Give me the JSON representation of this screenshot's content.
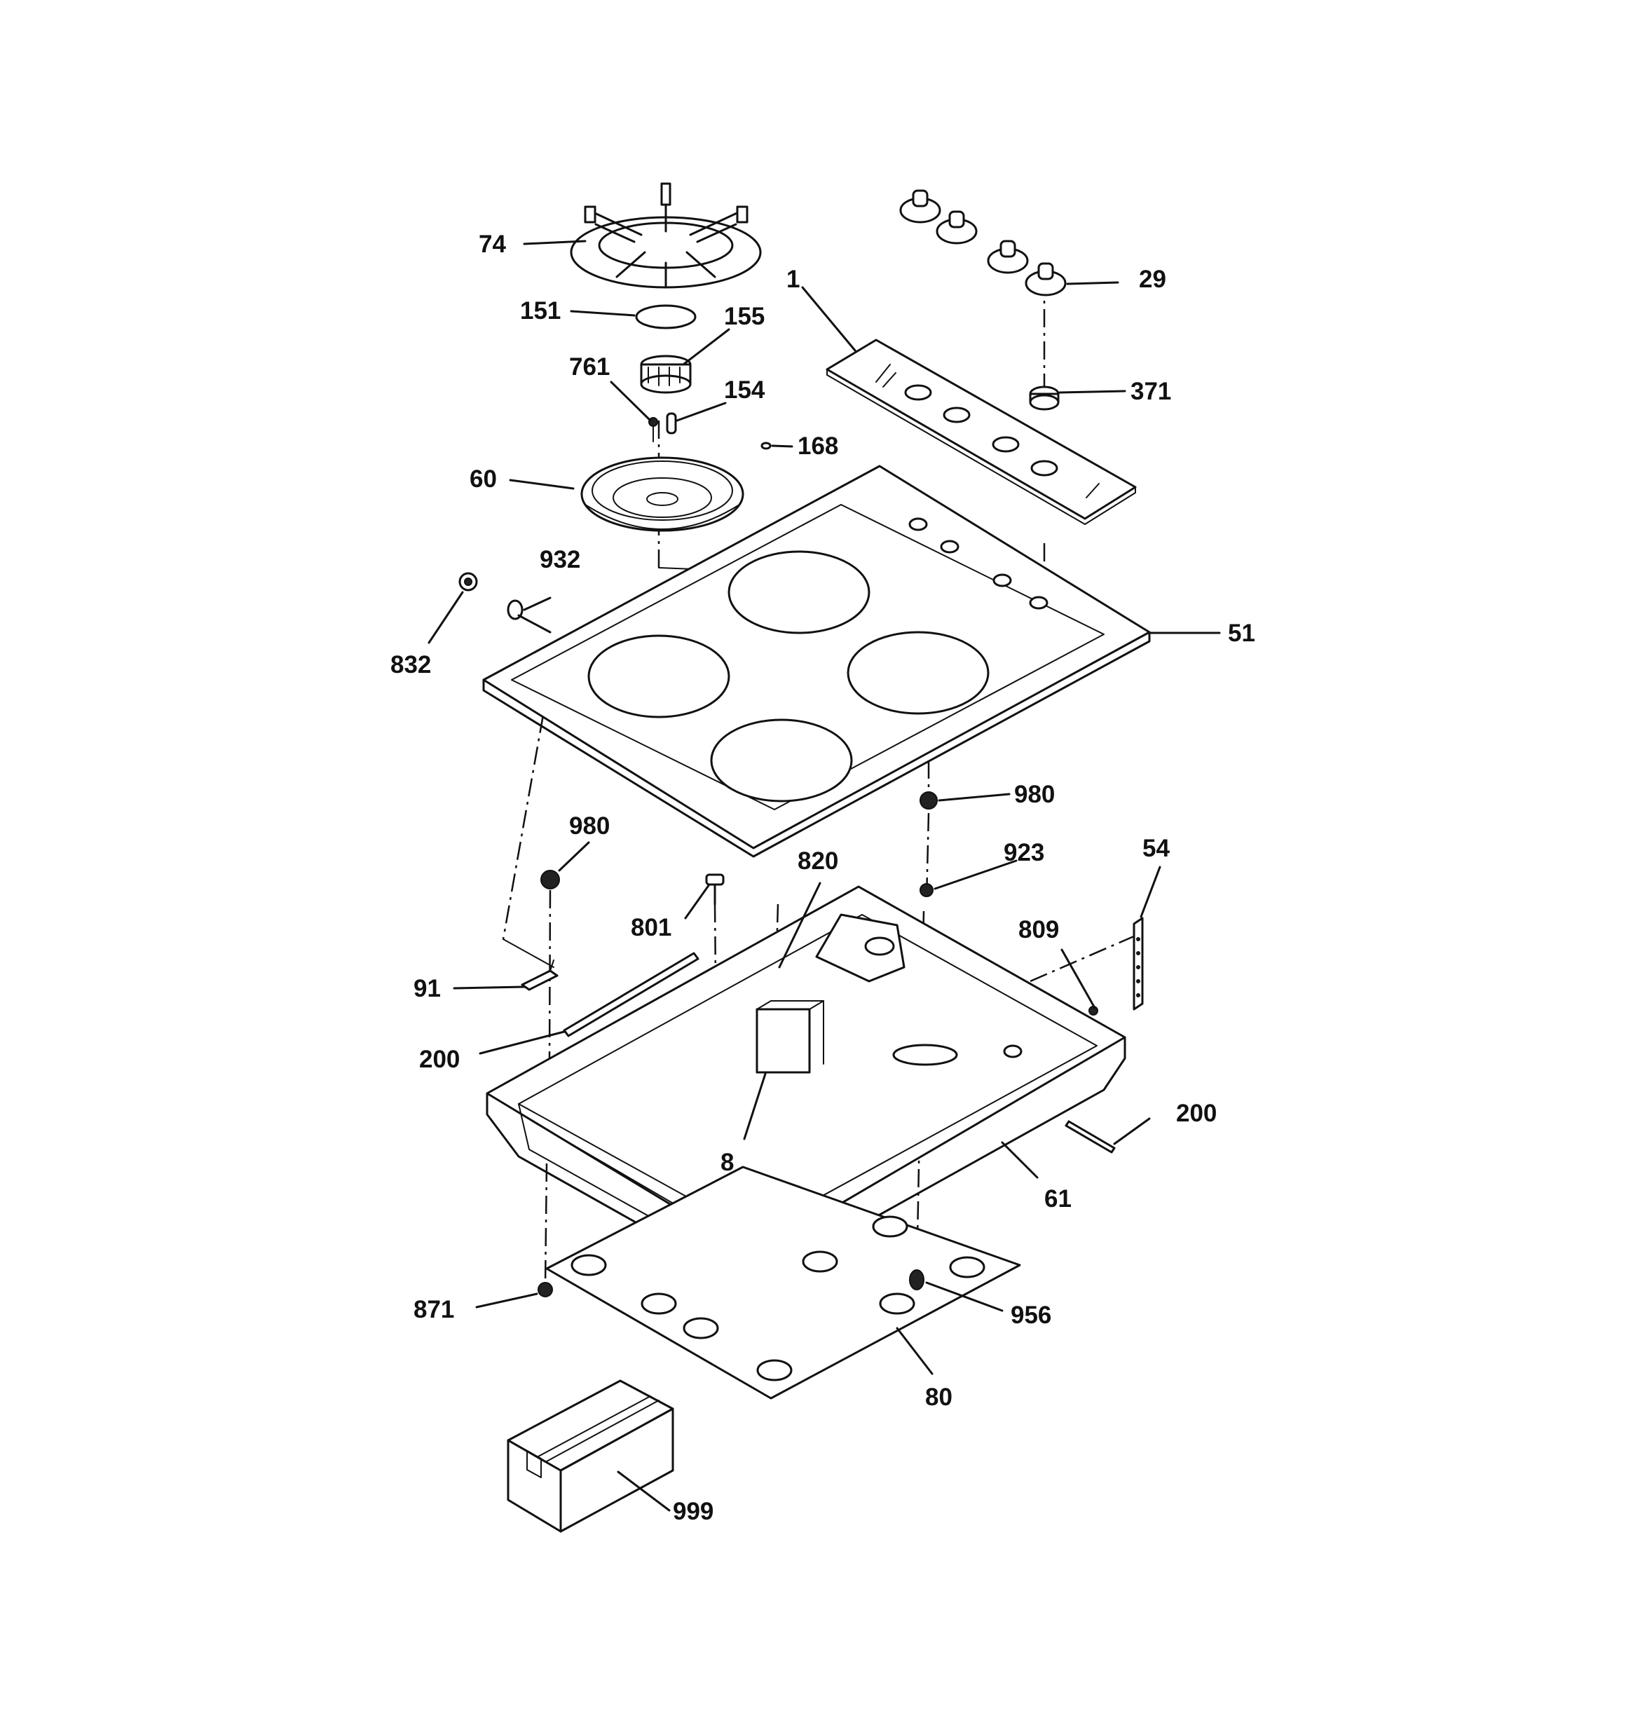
{
  "labels": {
    "p1": "1",
    "p8": "8",
    "p29": "29",
    "p51": "51",
    "p54": "54",
    "p60": "60",
    "p61": "61",
    "p74": "74",
    "p80": "80",
    "p91": "91",
    "p151": "151",
    "p154": "154",
    "p155": "155",
    "p168": "168",
    "p200a": "200",
    "p200b": "200",
    "p371": "371",
    "p761": "761",
    "p801": "801",
    "p809": "809",
    "p820": "820",
    "p832": "832",
    "p871": "871",
    "p923": "923",
    "p932": "932",
    "p956": "956",
    "p980a": "980",
    "p980b": "980",
    "p999": "999"
  }
}
